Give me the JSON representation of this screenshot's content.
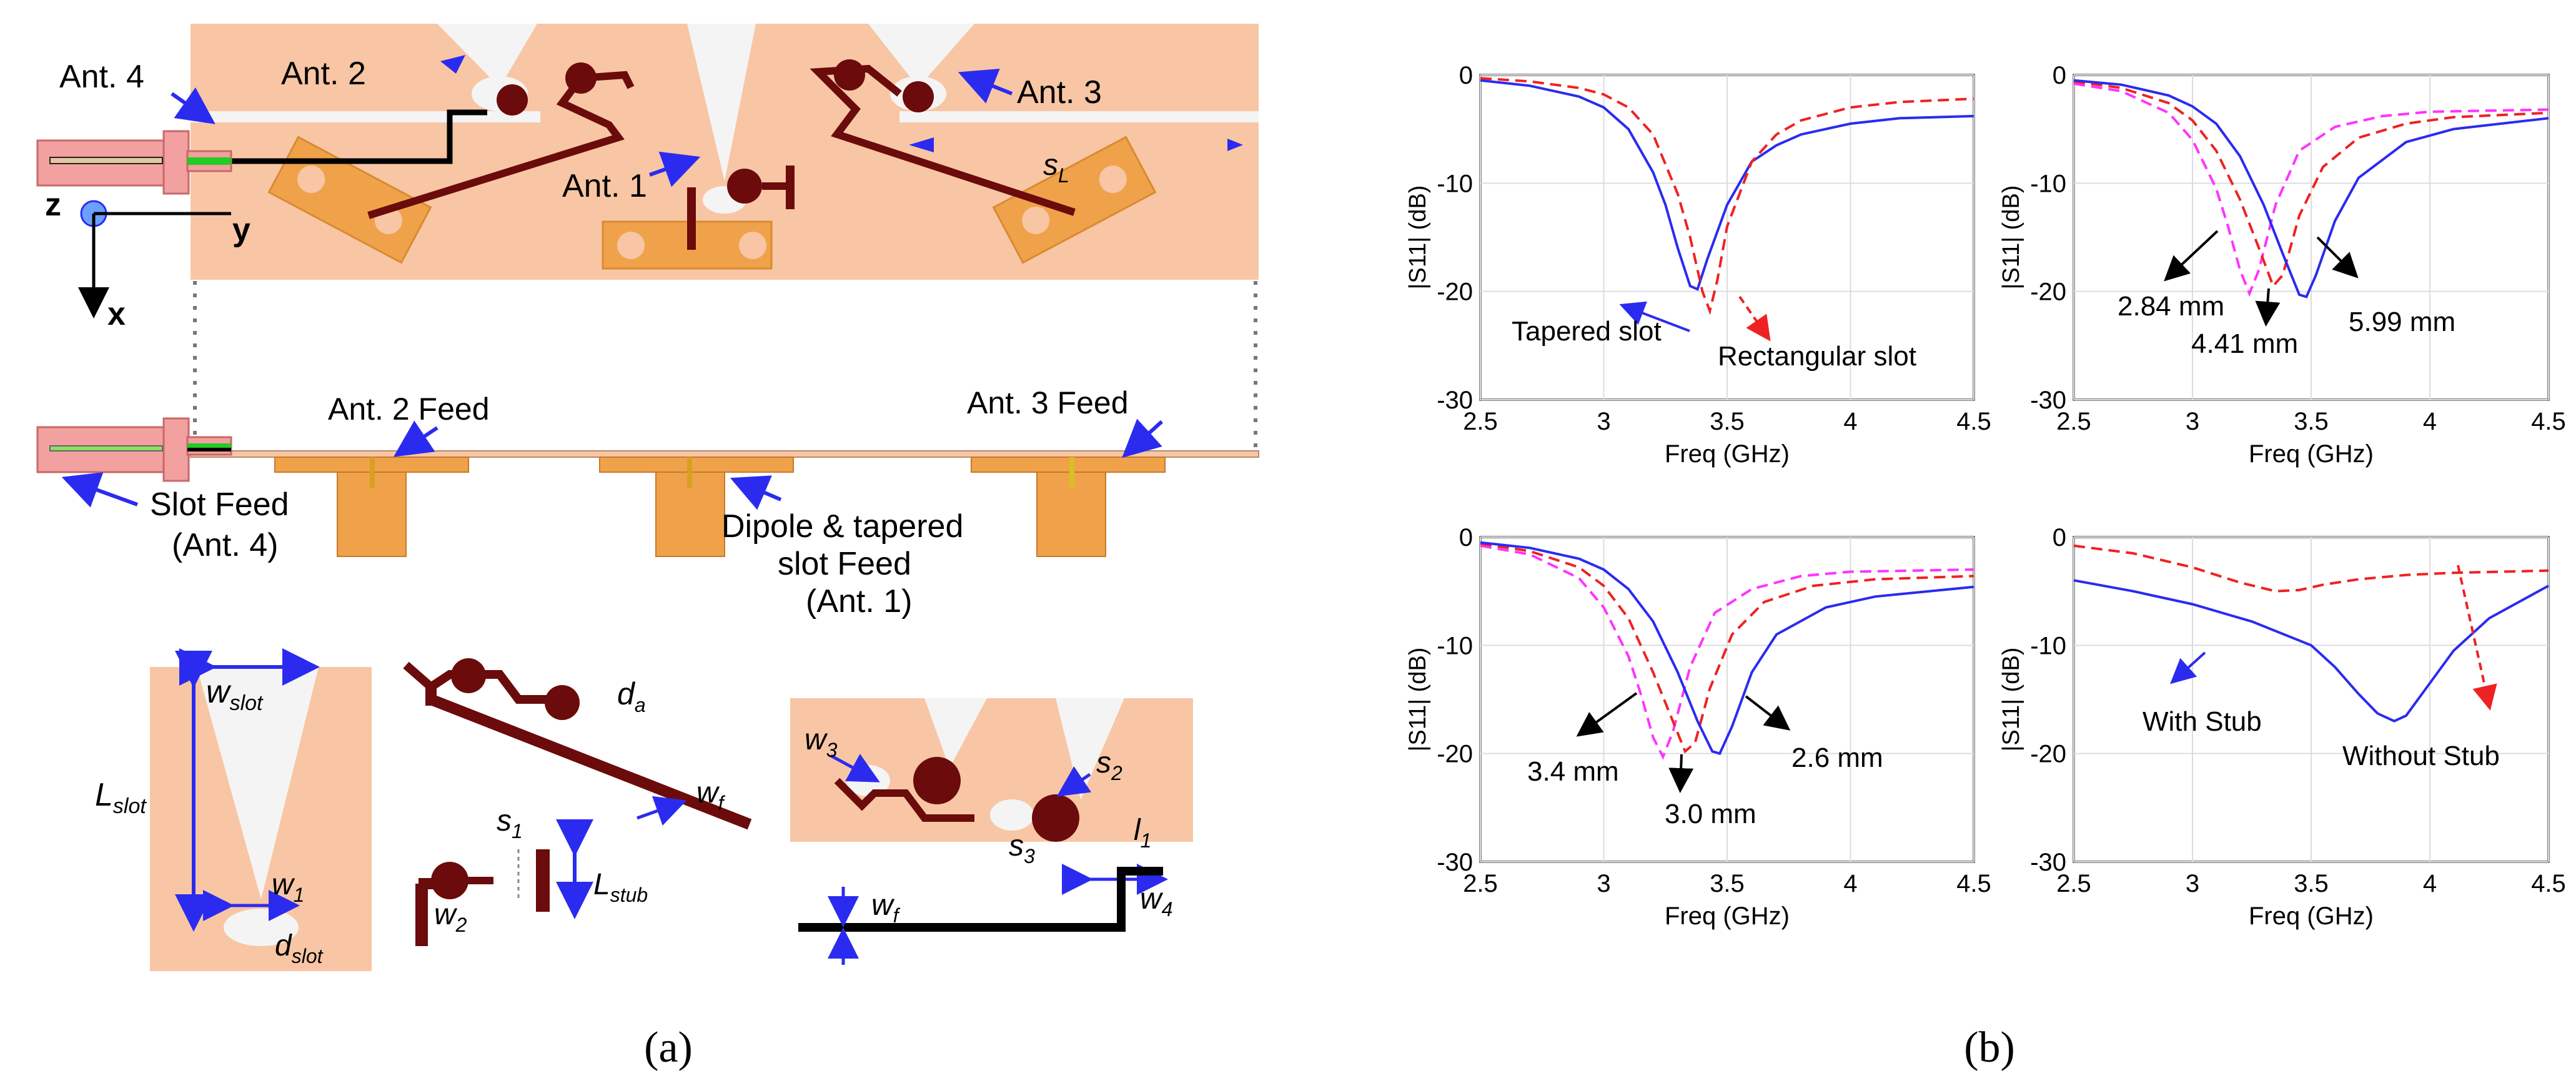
{
  "figure": {
    "caption_a": "(a)",
    "caption_b": "(b)"
  },
  "geometry_labels": {
    "ant4": "Ant. 4",
    "ant2": "Ant. 2",
    "ant3": "Ant. 3",
    "ant1": "Ant. 1",
    "axis_z": "z",
    "axis_y": "y",
    "axis_x": "x",
    "sL": "s",
    "sL_sub": "L",
    "ant2_feed": "Ant. 2 Feed",
    "ant3_feed": "Ant. 3 Feed",
    "slot_feed_1": "Slot Feed",
    "slot_feed_2": "(Ant. 4)",
    "dipole_feed_1": "Dipole & tapered",
    "dipole_feed_2": "slot Feed",
    "dipole_feed_3": "(Ant. 1)"
  },
  "detail_labels": {
    "w_slot": "w",
    "w_slot_sub": "slot",
    "L_slot": "L",
    "L_slot_sub": "slot",
    "w1": "w",
    "w1_sub": "1",
    "d_slot": "d",
    "d_slot_sub": "slot",
    "d_a": "d",
    "d_a_sub": "a",
    "w_f": "w",
    "w_f_sub": "f",
    "s1": "s",
    "s1_sub": "1",
    "L_stub": "L",
    "L_stub_sub": "stub",
    "w2": "w",
    "w2_sub": "2",
    "w3": "w",
    "w3_sub": "3",
    "s2": "s",
    "s2_sub": "2",
    "s3": "s",
    "s3_sub": "3",
    "l1": "l",
    "l1_sub": "1",
    "w4": "w",
    "w4_sub": "4",
    "w_f2": "w",
    "w_f2_sub": "f"
  },
  "colors": {
    "substrate": "#f8c6a4",
    "patch": "#f0a24a",
    "dark_trace": "#6b0b0b",
    "slot": "#f4f4f4",
    "feed_black": "#000000",
    "blue": "#2b2bf0",
    "red": "#ee2222",
    "magenta": "#ff33ff",
    "connector": "#f2a0a0",
    "green": "#22cc22"
  },
  "chart_data": [
    {
      "type": "line",
      "xlabel": "Freq (GHz)",
      "ylabel": "|S11| (dB)",
      "xlim": [
        2.5,
        4.5
      ],
      "ylim": [
        -30,
        0
      ],
      "xticks": [
        "2.5",
        "3",
        "3.5",
        "4",
        "4.5"
      ],
      "yticks": [
        "0",
        "-10",
        "-20",
        "-30"
      ],
      "grid": true,
      "annotations": [
        "Tapered slot",
        "Rectangular slot"
      ],
      "series": [
        {
          "name": "Tapered slot",
          "style": "solid",
          "color": "#2b2bf0",
          "x": [
            2.5,
            2.7,
            2.9,
            3.0,
            3.1,
            3.2,
            3.25,
            3.3,
            3.35,
            3.38,
            3.42,
            3.5,
            3.6,
            3.7,
            3.8,
            4.0,
            4.2,
            4.5
          ],
          "y": [
            -0.5,
            -1.0,
            -2.0,
            -3.0,
            -5.0,
            -9.0,
            -12.0,
            -16.0,
            -19.5,
            -19.8,
            -17.0,
            -12.0,
            -8.0,
            -6.5,
            -5.5,
            -4.5,
            -4.0,
            -3.8
          ]
        },
        {
          "name": "Rectangular slot",
          "style": "dashed",
          "color": "#ee2222",
          "x": [
            2.5,
            2.7,
            2.9,
            3.0,
            3.1,
            3.2,
            3.3,
            3.35,
            3.4,
            3.43,
            3.46,
            3.5,
            3.6,
            3.7,
            3.8,
            4.0,
            4.2,
            4.5
          ],
          "y": [
            -0.3,
            -0.6,
            -1.2,
            -1.8,
            -3.0,
            -5.5,
            -11.0,
            -15.0,
            -20.0,
            -21.8,
            -19.0,
            -14.0,
            -8.0,
            -5.5,
            -4.2,
            -3.0,
            -2.5,
            -2.2
          ]
        }
      ]
    },
    {
      "type": "line",
      "xlabel": "Freq (GHz)",
      "ylabel": "|S11| (dB)",
      "xlim": [
        2.5,
        4.5
      ],
      "ylim": [
        -30,
        0
      ],
      "xticks": [
        "2.5",
        "3",
        "3.5",
        "4",
        "4.5"
      ],
      "yticks": [
        "0",
        "-10",
        "-20",
        "-30"
      ],
      "grid": true,
      "annotations": [
        "2.84 mm",
        "4.41 mm",
        "5.99 mm"
      ],
      "series": [
        {
          "name": "2.84 mm",
          "style": "dashed",
          "color": "#ff33ff",
          "x": [
            2.5,
            2.7,
            2.9,
            3.0,
            3.1,
            3.15,
            3.2,
            3.24,
            3.28,
            3.35,
            3.45,
            3.6,
            3.8,
            4.0,
            4.5
          ],
          "y": [
            -0.8,
            -1.5,
            -3.5,
            -6.0,
            -10.5,
            -14.0,
            -18.0,
            -20.2,
            -18.0,
            -12.0,
            -7.0,
            -4.8,
            -3.8,
            -3.4,
            -3.2
          ]
        },
        {
          "name": "4.41 mm",
          "style": "dashed",
          "color": "#ee2222",
          "x": [
            2.5,
            2.7,
            2.9,
            3.0,
            3.1,
            3.2,
            3.28,
            3.34,
            3.38,
            3.45,
            3.55,
            3.7,
            3.9,
            4.1,
            4.5
          ],
          "y": [
            -0.6,
            -1.2,
            -2.6,
            -4.2,
            -7.0,
            -11.5,
            -16.0,
            -19.5,
            -18.5,
            -13.0,
            -8.5,
            -5.8,
            -4.5,
            -3.9,
            -3.5
          ]
        },
        {
          "name": "5.99 mm",
          "style": "solid",
          "color": "#2b2bf0",
          "x": [
            2.5,
            2.7,
            2.9,
            3.0,
            3.1,
            3.2,
            3.3,
            3.38,
            3.45,
            3.48,
            3.52,
            3.6,
            3.7,
            3.9,
            4.1,
            4.5
          ],
          "y": [
            -0.5,
            -0.9,
            -1.9,
            -2.9,
            -4.5,
            -7.5,
            -12.0,
            -16.5,
            -20.3,
            -20.5,
            -18.5,
            -13.5,
            -9.5,
            -6.2,
            -5.0,
            -4.0
          ]
        }
      ]
    },
    {
      "type": "line",
      "xlabel": "Freq (GHz)",
      "ylabel": "|S11| (dB)",
      "xlim": [
        2.5,
        4.5
      ],
      "ylim": [
        -30,
        0
      ],
      "xticks": [
        "2.5",
        "3",
        "3.5",
        "4",
        "4.5"
      ],
      "yticks": [
        "0",
        "-10",
        "-20",
        "-30"
      ],
      "grid": true,
      "annotations": [
        "3.4 mm",
        "3.0 mm",
        "2.6 mm"
      ],
      "series": [
        {
          "name": "3.4 mm",
          "style": "dashed",
          "color": "#ff33ff",
          "x": [
            2.5,
            2.7,
            2.9,
            3.0,
            3.1,
            3.15,
            3.2,
            3.24,
            3.28,
            3.35,
            3.45,
            3.6,
            3.8,
            4.0,
            4.5
          ],
          "y": [
            -0.8,
            -1.6,
            -3.8,
            -6.5,
            -11.0,
            -14.5,
            -18.5,
            -20.3,
            -18.0,
            -12.0,
            -7.0,
            -4.8,
            -3.6,
            -3.2,
            -3.0
          ]
        },
        {
          "name": "3.0 mm",
          "style": "dashed",
          "color": "#ee2222",
          "x": [
            2.5,
            2.7,
            2.9,
            3.0,
            3.1,
            3.2,
            3.28,
            3.33,
            3.37,
            3.43,
            3.52,
            3.65,
            3.85,
            4.1,
            4.5
          ],
          "y": [
            -0.6,
            -1.3,
            -2.8,
            -4.5,
            -7.5,
            -12.5,
            -17.0,
            -19.8,
            -19.0,
            -14.0,
            -9.0,
            -6.0,
            -4.5,
            -3.9,
            -3.6
          ]
        },
        {
          "name": "2.6 mm",
          "style": "solid",
          "color": "#2b2bf0",
          "x": [
            2.5,
            2.7,
            2.9,
            3.0,
            3.1,
            3.2,
            3.3,
            3.38,
            3.44,
            3.47,
            3.52,
            3.6,
            3.7,
            3.9,
            4.1,
            4.5
          ],
          "y": [
            -0.5,
            -1.0,
            -2.0,
            -3.0,
            -4.8,
            -7.8,
            -12.5,
            -17.0,
            -19.8,
            -20.0,
            -17.5,
            -12.5,
            -9.0,
            -6.5,
            -5.5,
            -4.6
          ]
        }
      ]
    },
    {
      "type": "line",
      "xlabel": "Freq (GHz)",
      "ylabel": "|S11| (dB)",
      "xlim": [
        2.5,
        4.5
      ],
      "ylim": [
        -30,
        0
      ],
      "xticks": [
        "2.5",
        "3",
        "3.5",
        "4",
        "4.5"
      ],
      "yticks": [
        "0",
        "-10",
        "-20",
        "-30"
      ],
      "grid": true,
      "annotations": [
        "With Stub",
        "Without Stub"
      ],
      "series": [
        {
          "name": "With Stub",
          "style": "solid",
          "color": "#2b2bf0",
          "x": [
            2.5,
            2.75,
            3.0,
            3.25,
            3.5,
            3.6,
            3.7,
            3.78,
            3.85,
            3.9,
            4.0,
            4.1,
            4.25,
            4.5
          ],
          "y": [
            -4.0,
            -5.0,
            -6.2,
            -7.8,
            -10.0,
            -12.0,
            -14.5,
            -16.3,
            -17.0,
            -16.5,
            -13.5,
            -10.5,
            -7.5,
            -4.5
          ]
        },
        {
          "name": "Without Stub",
          "style": "dashed",
          "color": "#ee2222",
          "x": [
            2.5,
            2.75,
            3.0,
            3.2,
            3.35,
            3.45,
            3.55,
            3.7,
            3.9,
            4.1,
            4.3,
            4.5
          ],
          "y": [
            -0.8,
            -1.5,
            -2.8,
            -4.2,
            -5.0,
            -4.9,
            -4.4,
            -3.9,
            -3.5,
            -3.3,
            -3.2,
            -3.1
          ]
        }
      ]
    }
  ]
}
